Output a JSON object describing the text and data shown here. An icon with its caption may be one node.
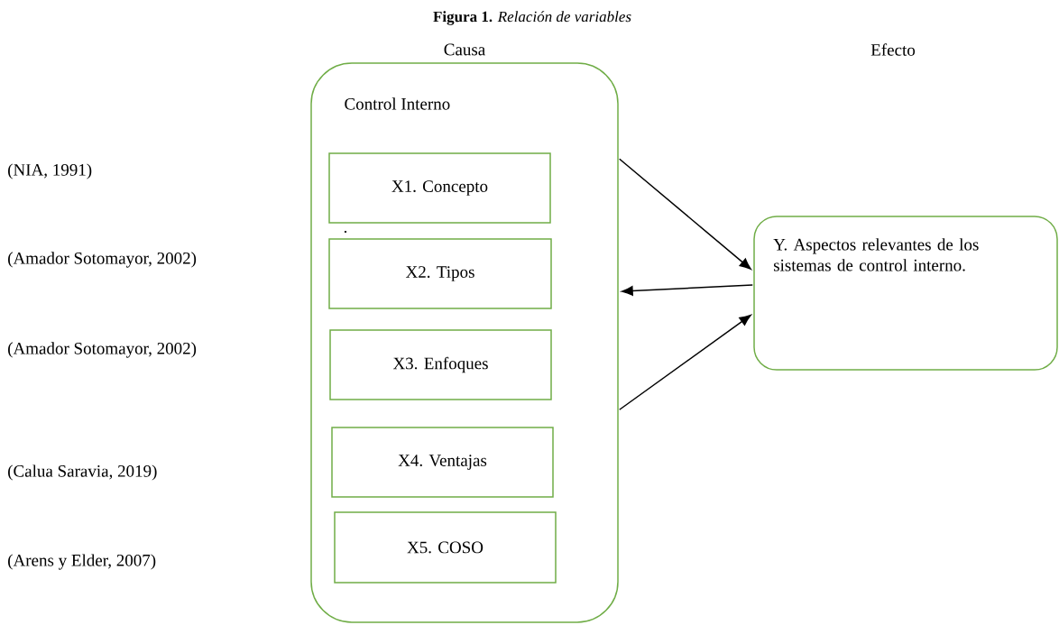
{
  "diagram": {
    "title": "**Figura 1.** *Relación de variables*",
    "nodes": [
      {
        "text": [
          "Control Interno"
        ]
      },
      {
        "text": [
          "X1. Concepto"
        ],
        "in": 0
      },
      {
        "text": [
          "X2. Tipos"
        ],
        "in": 0
      },
      {
        "text": [
          "X3. Enfoques"
        ],
        "in": 0
      },
      {
        "text": [
          "X4. Ventajas"
        ],
        "in": 0
      },
      {
        "text": [
          "X5. COSO"
        ],
        "in": 0
      },
      {
        "text": [
          "Y. Aspectos relevantes de los sistemas de control interno."
        ]
      }
    ],
    "edges": [
      {
        "from": 0,
        "to": 6,
        "arrow": "to"
      },
      {
        "from": 6,
        "to": 0,
        "arrow": "to"
      },
      {
        "from": 0,
        "to": 6,
        "arrow": "to"
      }
    ],
    "labels": [
      "Causa",
      "Efecto",
      "(NIA, 1991)",
      "(Amador Sotomayor, 2002)",
      ".",
      "(Amador Sotomayor, 2002)",
      "(Calua Saravia, 2019)",
      "(Arens y Elder, 2007)"
    ]
  }
}
